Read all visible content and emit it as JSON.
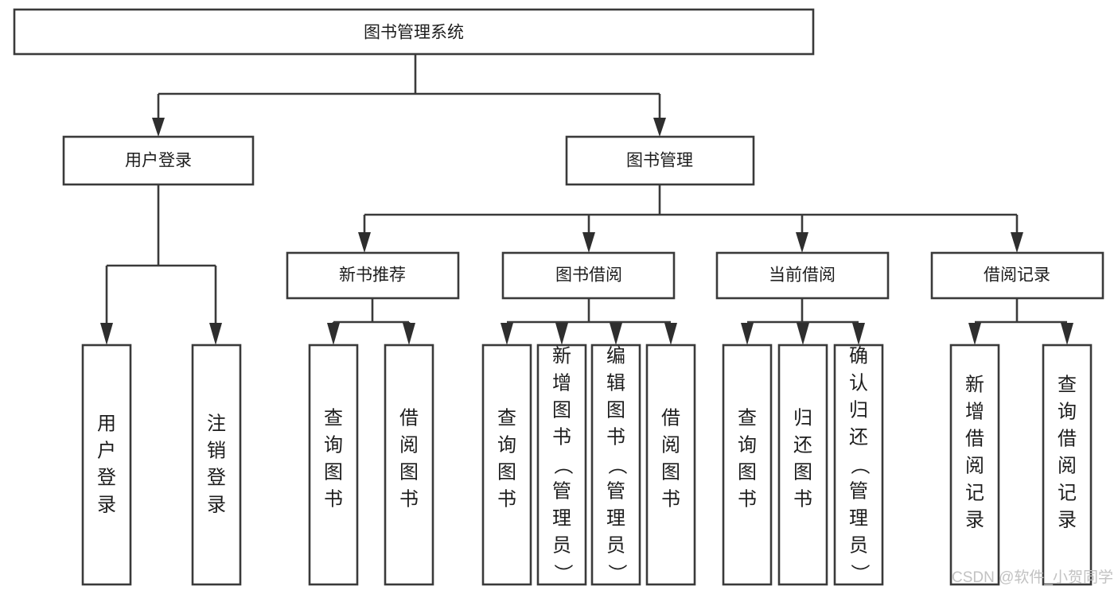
{
  "diagram": {
    "title": "图书管理系统",
    "type": "tree-hierarchy-chart",
    "orientation": "top-down",
    "colors": {
      "box_stroke": "#3a3a3a",
      "box_fill": "#ffffff",
      "connector": "#3a3a3a",
      "text": "#1d1d1d",
      "watermark": "#c2c2c2",
      "background": "#ffffff"
    },
    "root": {
      "label": "图书管理系统"
    },
    "level1": [
      {
        "label": "用户登录"
      },
      {
        "label": "图书管理"
      }
    ],
    "level2": [
      {
        "label": "新书推荐"
      },
      {
        "label": "图书借阅"
      },
      {
        "label": "当前借阅"
      },
      {
        "label": "借阅记录"
      }
    ],
    "leaves": {
      "user_login": [
        {
          "label": "用户登录"
        },
        {
          "label": "注销登录"
        }
      ],
      "new_book_recommend": [
        {
          "label": "查询图书"
        },
        {
          "label": "借阅图书"
        }
      ],
      "book_borrow": [
        {
          "label": "查询图书"
        },
        {
          "label": "新增图书（管理员）"
        },
        {
          "label": "编辑图书（管理员）"
        },
        {
          "label": "借阅图书"
        }
      ],
      "current_borrow": [
        {
          "label": "查询图书"
        },
        {
          "label": "归还图书"
        },
        {
          "label": "确认归还（管理员）"
        }
      ],
      "borrow_record": [
        {
          "label": "新增借阅记录"
        },
        {
          "label": "查询借阅记录"
        }
      ]
    },
    "watermark": "CSDN @软件_小贺同学"
  }
}
